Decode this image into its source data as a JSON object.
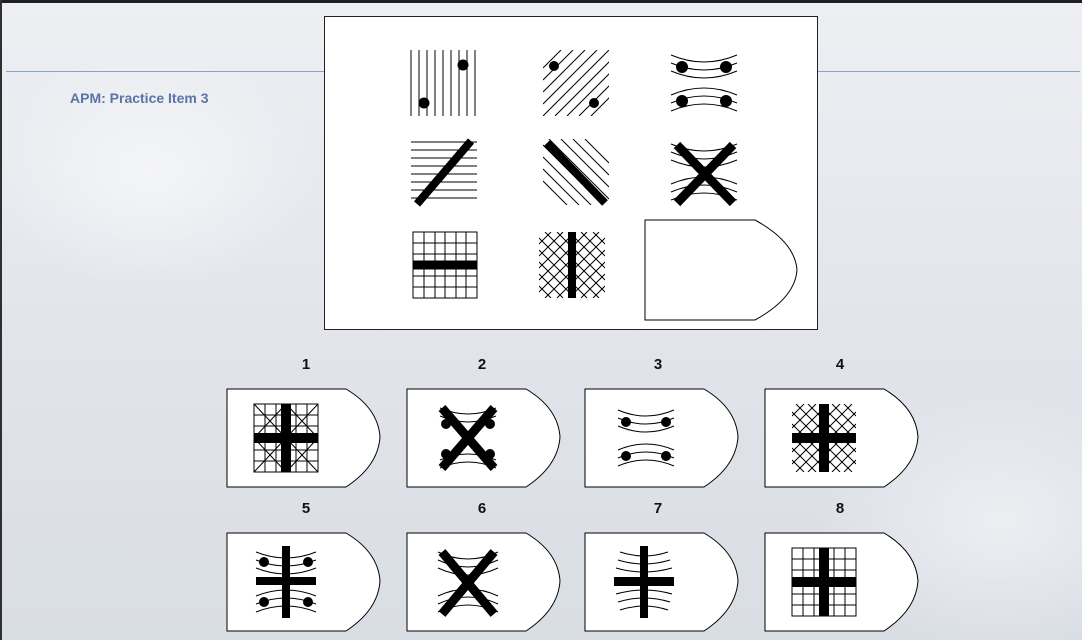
{
  "title": "APM: Practice Item 3",
  "matrix": {
    "cells": [
      [
        "vertical-lines-dots",
        "diagonal-lines-dots",
        "curved-lines-dots"
      ],
      [
        "horizontal-lines-slash",
        "diagonal-lines-backslash",
        "curved-lines-x"
      ],
      [
        "grid-horizontal-bar",
        "crosshatch-vertical-bar",
        "answer-slot"
      ]
    ]
  },
  "options": [
    {
      "number": "1",
      "figure": "grid-with-cross"
    },
    {
      "number": "2",
      "figure": "curved-x-with-dots"
    },
    {
      "number": "3",
      "figure": "curved-lines-dots"
    },
    {
      "number": "4",
      "figure": "crosshatch-with-cross"
    },
    {
      "number": "5",
      "figure": "curved-cross-with-dots"
    },
    {
      "number": "6",
      "figure": "curved-lines-x"
    },
    {
      "number": "7",
      "figure": "curved-lines-cross"
    },
    {
      "number": "8",
      "figure": "grid-with-cross"
    }
  ],
  "colors": {
    "title": "#5a74a8",
    "line": "#8ea0bf",
    "ink": "#000000"
  }
}
